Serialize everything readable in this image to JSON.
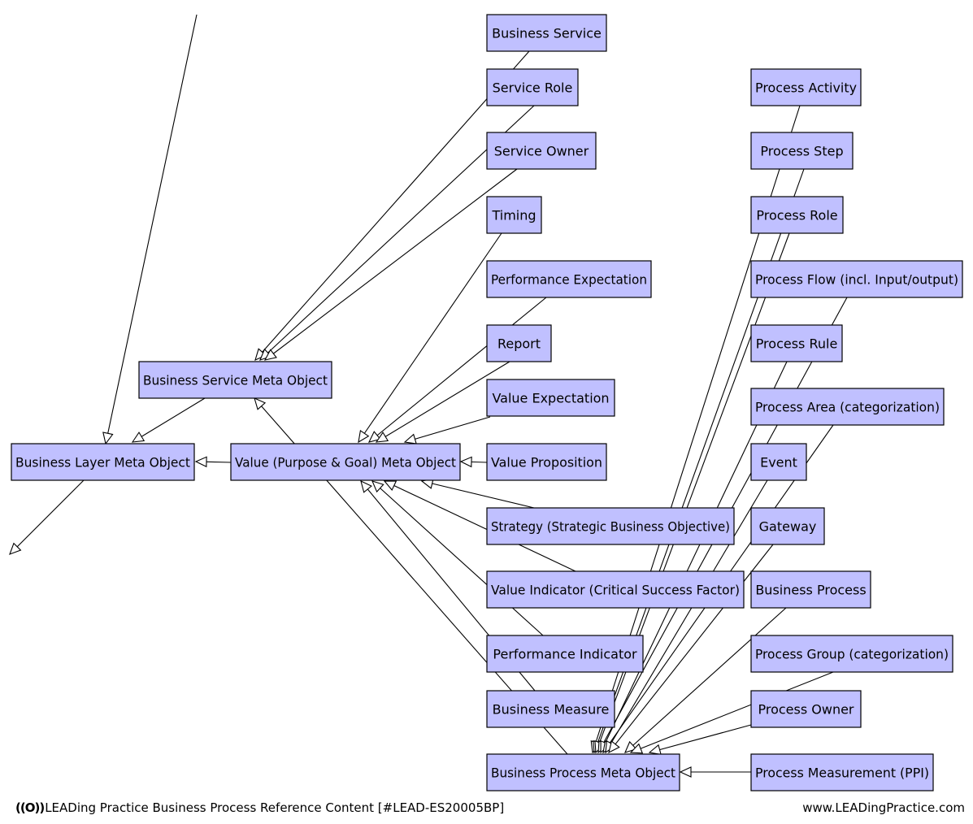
{
  "nodes": {
    "business_service": "Business Service",
    "service_role": "Service Role",
    "service_owner": "Service Owner",
    "timing": "Timing",
    "performance_expectation": "Performance Expectation",
    "report": "Report",
    "value_expectation": "Value Expectation",
    "value_proposition": "Value Proposition",
    "strategy": "Strategy (Strategic Business Objective)",
    "value_indicator": "Value Indicator (Critical Success Factor)",
    "performance_indicator": "Performance Indicator",
    "business_measure": "Business Measure",
    "business_service_meta": "Business Service Meta Object",
    "business_layer_meta": "Business Layer Meta Object",
    "value_meta": "Value (Purpose & Goal) Meta Object",
    "business_process_meta": "Business Process Meta Object",
    "process_activity": "Process Activity",
    "process_step": "Process Step",
    "process_role": "Process Role",
    "process_flow": "Process Flow (incl. Input/output)",
    "process_rule": "Process Rule",
    "process_area": "Process Area (categorization)",
    "event": "Event",
    "gateway": "Gateway",
    "business_process": "Business Process",
    "process_group": "Process Group (categorization)",
    "process_owner": "Process Owner",
    "process_measurement": "Process Measurement (PPI)"
  },
  "footer": {
    "logo_mark": "((O))",
    "left": "LEADing Practice Business Process Reference Content [#LEAD-ES20005BP]",
    "right": "www.LEADingPractice.com"
  },
  "colors": {
    "node_fill": "#c0c0ff",
    "node_stroke": "#000000",
    "edge": "#000000"
  }
}
